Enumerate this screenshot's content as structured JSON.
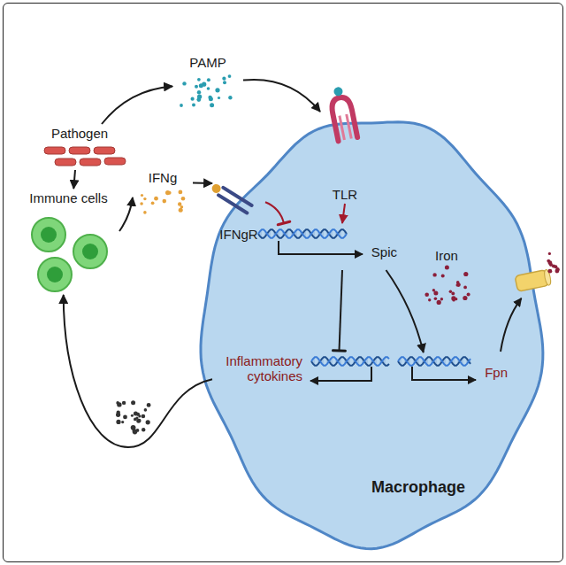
{
  "diagram": {
    "nodes": [
      {
        "text": [
          "Pathogen"
        ]
      },
      {
        "text": [
          "PAMP"
        ]
      },
      {
        "text": [
          "Immune cells"
        ]
      },
      {
        "text": [
          "IFNg"
        ]
      },
      {
        "text": [
          "Macrophage"
        ]
      },
      {
        "text": [
          "IFNgR"
        ],
        "in": 4
      },
      {
        "text": [
          "TLR"
        ],
        "in": 4
      },
      {
        "text": [
          "Spic"
        ],
        "in": 4
      },
      {
        "text": [
          "Inflammatory cytokines"
        ],
        "in": 4
      },
      {
        "text": [
          "Fpn"
        ],
        "in": 4
      },
      {
        "text": [
          "Iron"
        ],
        "in": 4
      }
    ],
    "edges": [
      {
        "from": 0,
        "to": 1,
        "arrow": "to"
      },
      {
        "from": 1,
        "to": 6,
        "arrow": "to"
      },
      {
        "from": 0,
        "to": 2,
        "arrow": "to"
      },
      {
        "from": 2,
        "to": 3,
        "arrow": "to"
      },
      {
        "from": 3,
        "to": 5,
        "arrow": "to"
      },
      {
        "from": 5,
        "to": 7,
        "arrow": "none"
      },
      {
        "from": 6,
        "to": 7,
        "arrow": "to"
      },
      {
        "from": 7,
        "to": 8,
        "arrow": "none"
      },
      {
        "from": 7,
        "to": 9,
        "arrow": "to"
      },
      {
        "from": 8,
        "to": 2,
        "arrow": "to"
      }
    ]
  }
}
